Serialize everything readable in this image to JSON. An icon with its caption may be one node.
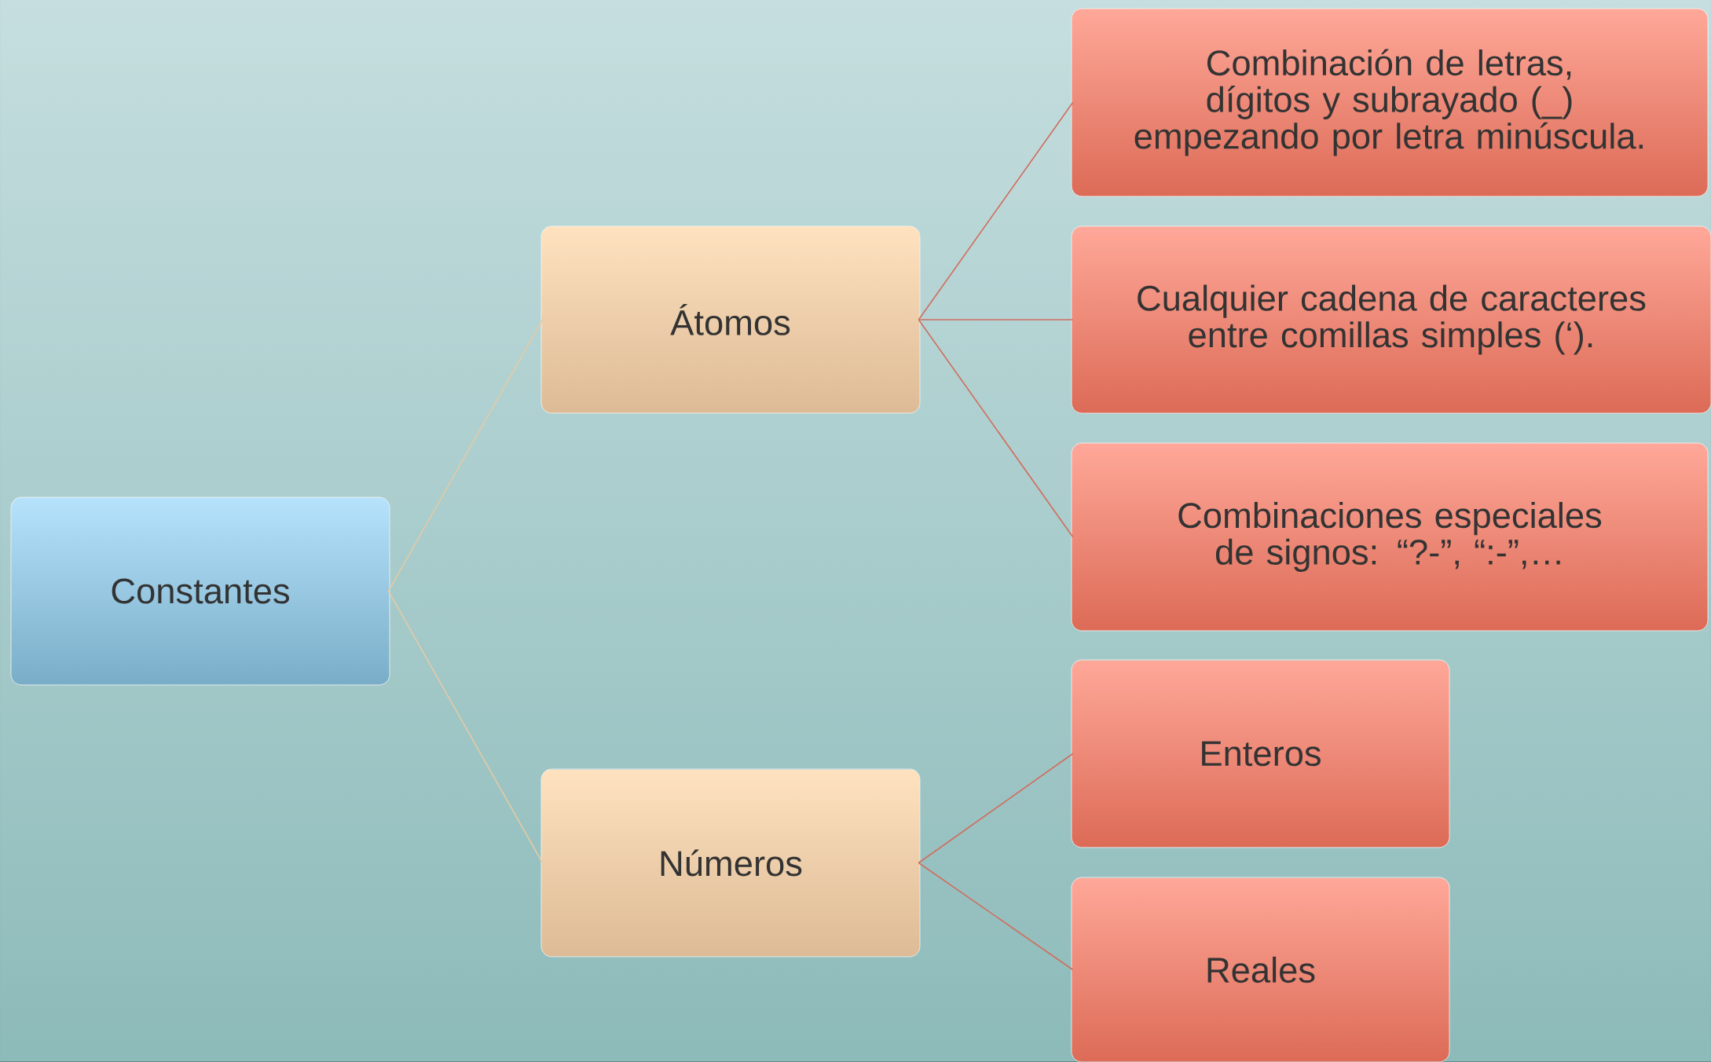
{
  "diagram": {
    "nodes": [
      {
        "text": [
          "Constantes"
        ]
      },
      {
        "text": [
          "Átomos"
        ]
      },
      {
        "text": [
          "Combinación de letras, dígitos y subrayado (_) empezando por letra minúscula."
        ]
      },
      {
        "text": [
          "Cualquier cadena de caracteres entre comillas simples (‘)."
        ]
      },
      {
        "text": [
          "Combinaciones especiales de signos: “?-”, “:-”,…"
        ]
      },
      {
        "text": [
          "Números"
        ]
      },
      {
        "text": [
          "Enteros"
        ]
      },
      {
        "text": [
          "Reales"
        ]
      }
    ],
    "edges": [
      {
        "from": 0,
        "to": 1,
        "arrow": "none",
        "color": "#e2cba6"
      },
      {
        "from": 1,
        "to": 2,
        "arrow": "none"
      },
      {
        "from": 1,
        "to": 3,
        "arrow": "none"
      },
      {
        "from": 1,
        "to": 4,
        "arrow": "none"
      },
      {
        "from": 0,
        "to": 5,
        "arrow": "none",
        "color": "#e2cba6"
      },
      {
        "from": 5,
        "to": 6,
        "arrow": "none"
      },
      {
        "from": 5,
        "to": 7,
        "arrow": "none"
      }
    ]
  }
}
